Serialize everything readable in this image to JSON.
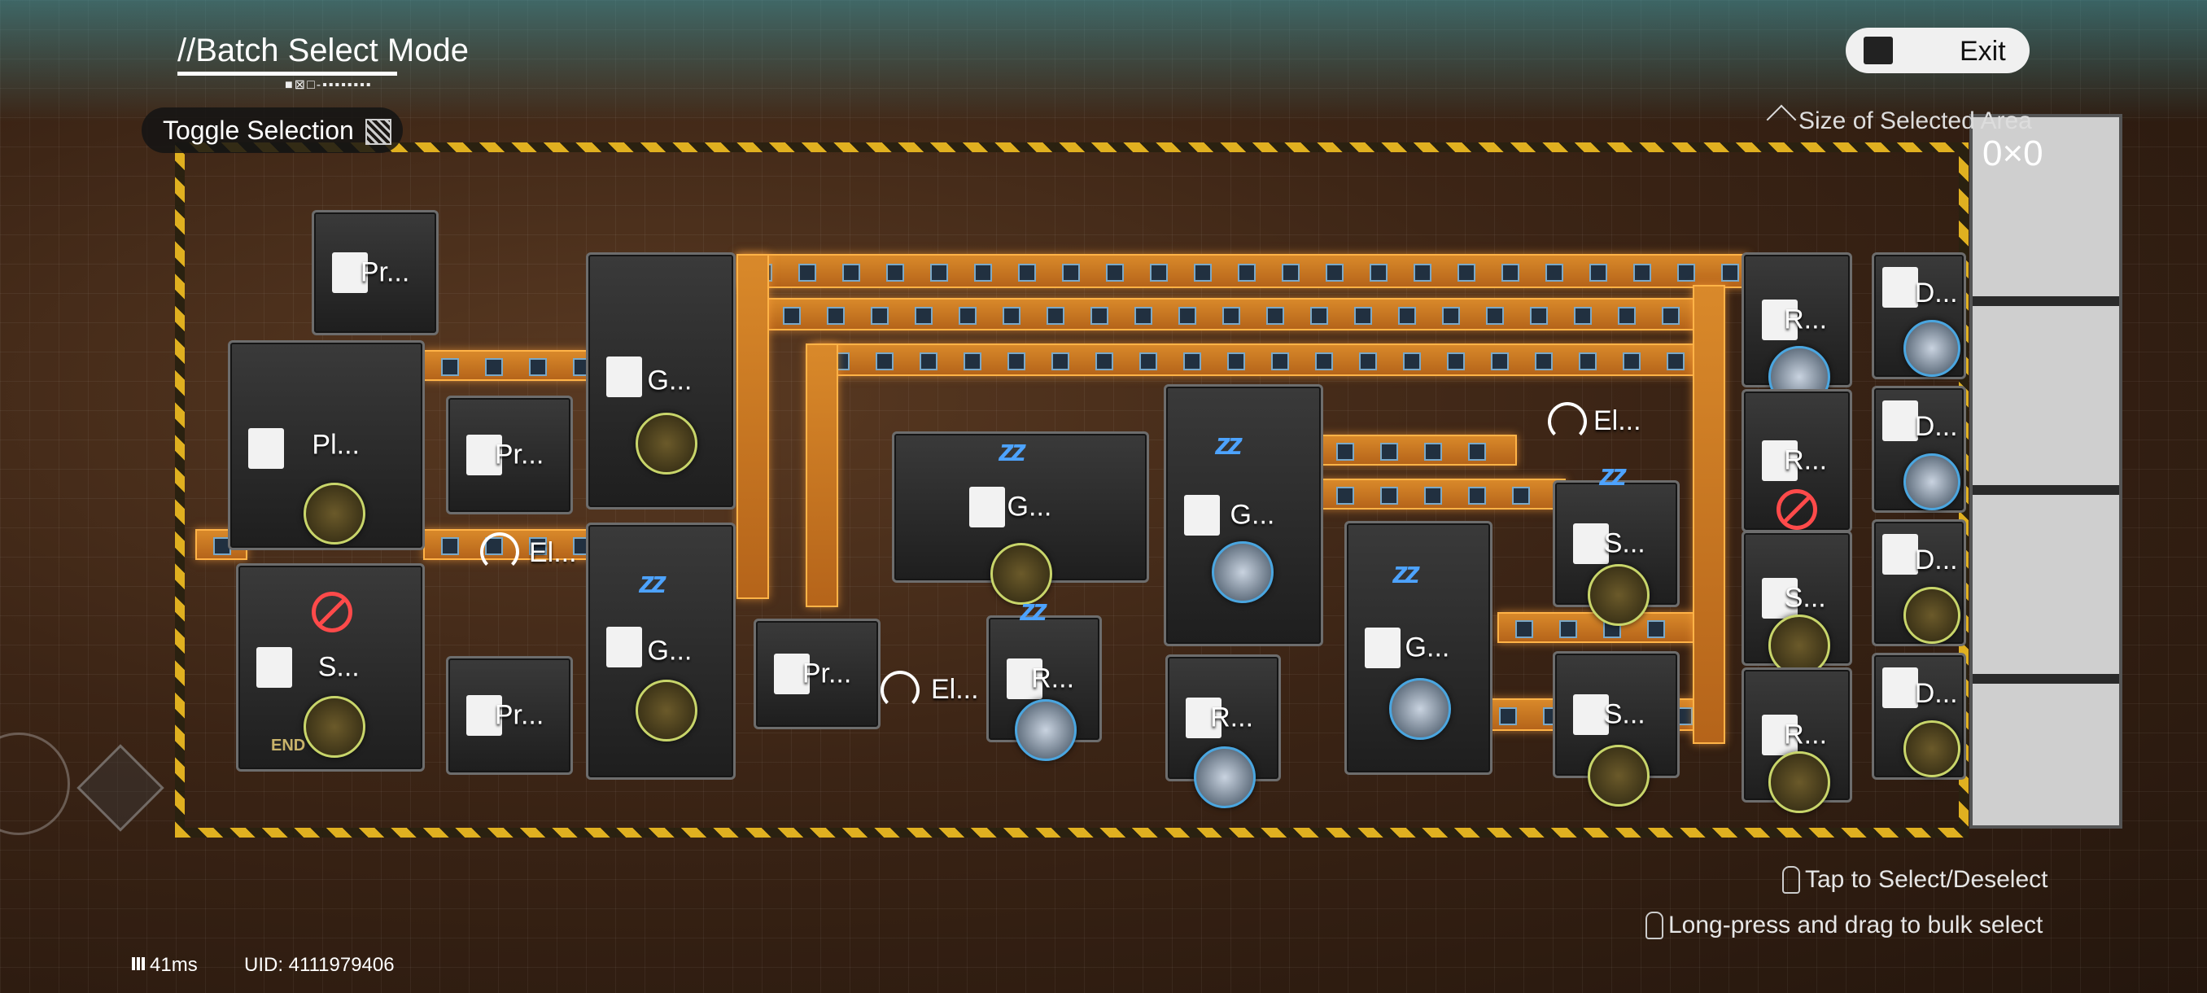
{
  "hud": {
    "mode_title": "//Batch Select Mode",
    "toggle_selection": "Toggle Selection",
    "exit": "Exit",
    "size_label": "Size of Selected Area",
    "size_value": "0×0",
    "hint_tap": "Tap to Select/Deselect",
    "hint_longpress": "Long-press and drag to bulk select",
    "ping": "41ms",
    "uid": "UID: 4111979406"
  },
  "machines": [
    {
      "id": "m1",
      "label": "Pr..."
    },
    {
      "id": "m2",
      "label": "Pl..."
    },
    {
      "id": "m3",
      "label": "S..."
    },
    {
      "id": "m4",
      "label": "Pr..."
    },
    {
      "id": "m5",
      "label": "El..."
    },
    {
      "id": "m6",
      "label": "Pr..."
    },
    {
      "id": "m7",
      "label": "G..."
    },
    {
      "id": "m8",
      "label": "G..."
    },
    {
      "id": "m9",
      "label": "Pr..."
    },
    {
      "id": "m10",
      "label": "El..."
    },
    {
      "id": "m11",
      "label": "G..."
    },
    {
      "id": "m12",
      "label": "R..."
    },
    {
      "id": "m13",
      "label": "G..."
    },
    {
      "id": "m14",
      "label": "R..."
    },
    {
      "id": "m15",
      "label": "G..."
    },
    {
      "id": "m16",
      "label": "El..."
    },
    {
      "id": "m17",
      "label": "S..."
    },
    {
      "id": "m18",
      "label": "S..."
    },
    {
      "id": "m19",
      "label": "R..."
    },
    {
      "id": "m20",
      "label": "R..."
    },
    {
      "id": "m21",
      "label": "S..."
    },
    {
      "id": "m22",
      "label": "R..."
    },
    {
      "id": "m23",
      "label": "D..."
    },
    {
      "id": "m24",
      "label": "D..."
    },
    {
      "id": "m25",
      "label": "D..."
    },
    {
      "id": "m26",
      "label": "D..."
    }
  ],
  "ground_text": "END"
}
